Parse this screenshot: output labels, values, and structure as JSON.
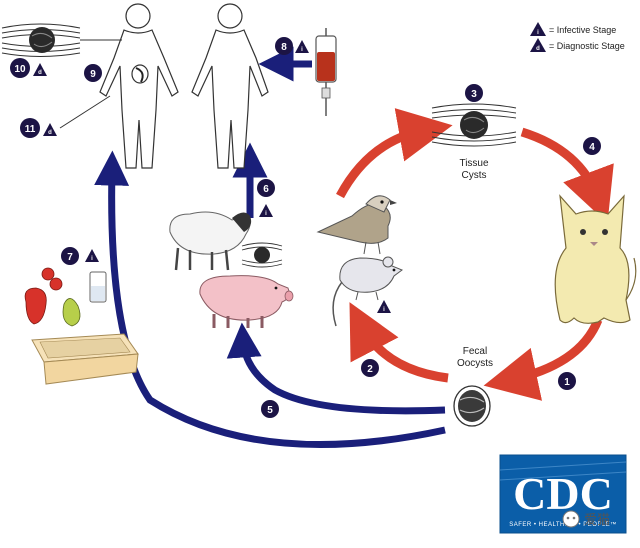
{
  "legend": {
    "infective_mark": "i",
    "infective_label": "= Infective Stage",
    "diagnostic_mark": "d",
    "diagnostic_label": "= Diagnostic Stage"
  },
  "stage_labels": {
    "tissue_cysts_line1": "Tissue",
    "tissue_cysts_line2": "Cysts",
    "fecal_oocysts_line1": "Fecal",
    "fecal_oocysts_line2": "Oocysts"
  },
  "steps": [
    "1",
    "2",
    "3",
    "4",
    "5",
    "6",
    "7",
    "8",
    "9",
    "10",
    "11"
  ],
  "logo": {
    "text": "CDC",
    "tagline": "SAFER • HEALTHIER • PEOPLE™"
  },
  "watermark": {
    "text": "爱猫"
  },
  "colors": {
    "red_arrow": "#d9412f",
    "blue_arrow": "#1a1f7a",
    "badge": "#1c1445",
    "cdc_blue": "#0b5ea8",
    "blood": "#b8321c"
  }
}
